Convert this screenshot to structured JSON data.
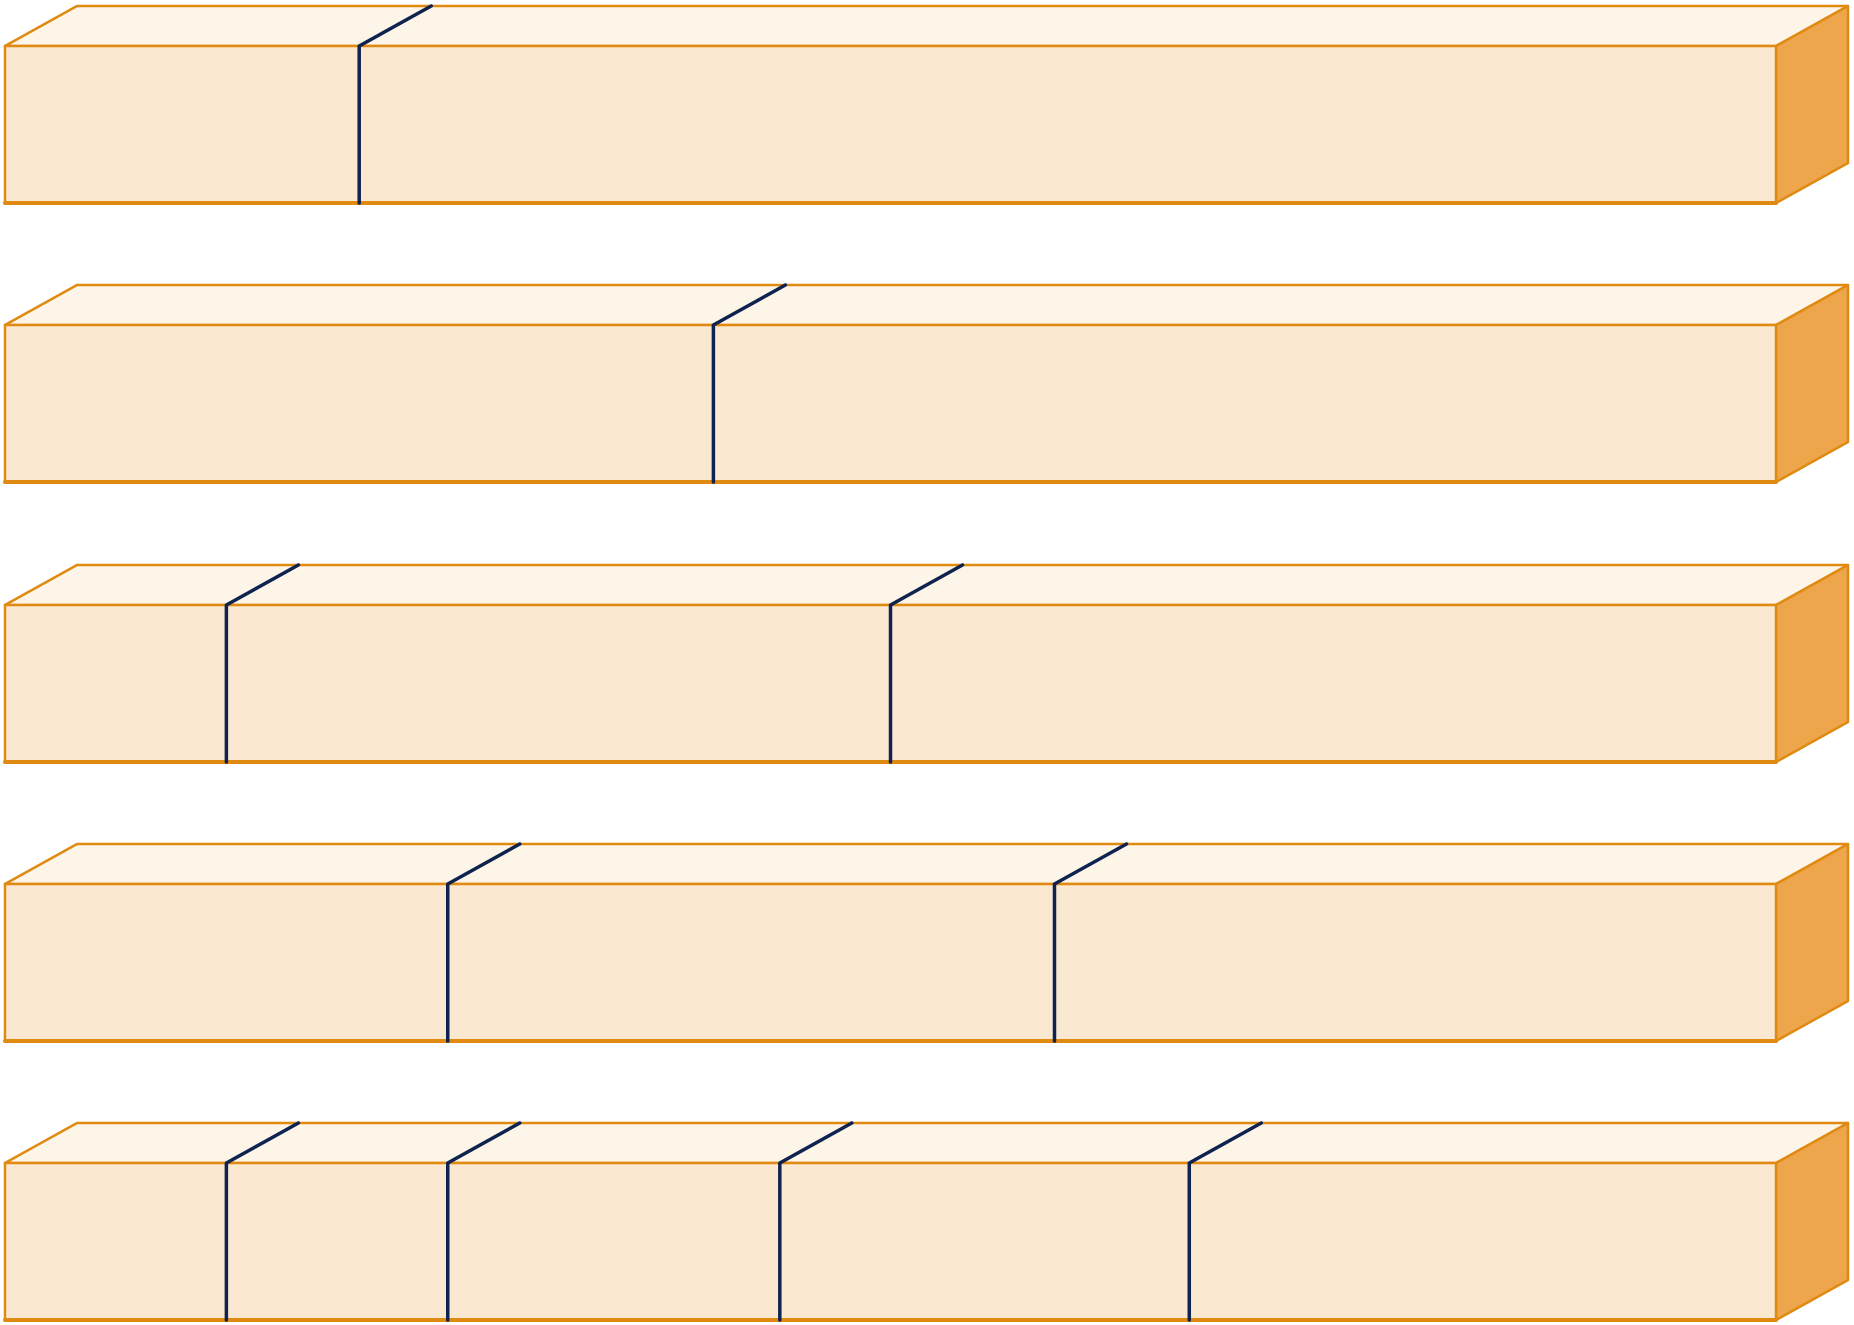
{
  "colors": {
    "front_face": "#fae8d1",
    "top_face": "#fdf5e8",
    "side_face": "#eda64c",
    "outline": "#e08a12",
    "cut_line": "#0f2350",
    "background": "#ffffff"
  },
  "bars": [
    {
      "id": "bar-1",
      "cuts": [
        0.2
      ]
    },
    {
      "id": "bar-2",
      "cuts": [
        0.4
      ]
    },
    {
      "id": "bar-3",
      "cuts": [
        0.125,
        0.5
      ]
    },
    {
      "id": "bar-4",
      "cuts": [
        0.25,
        0.5926
      ]
    },
    {
      "id": "bar-5",
      "cuts": [
        0.125,
        0.25,
        0.4375,
        0.6687
      ]
    }
  ]
}
